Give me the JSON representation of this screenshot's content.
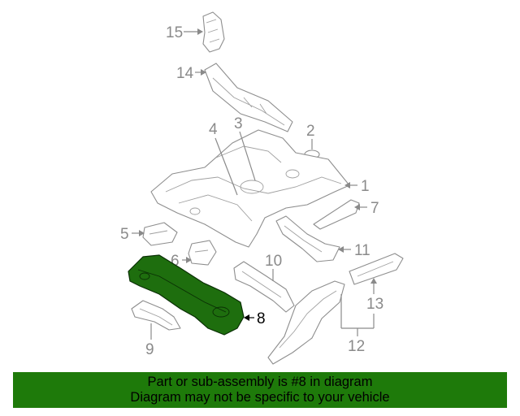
{
  "diagram": {
    "callouts": {
      "c1": "1",
      "c2": "2",
      "c3": "3",
      "c4": "4",
      "c5": "5",
      "c6": "6",
      "c7": "7",
      "c8": "8",
      "c9": "9",
      "c10": "10",
      "c11": "11",
      "c12": "12",
      "c13": "13",
      "c14": "14",
      "c15": "15"
    },
    "highlighted_part": "8",
    "colors": {
      "highlight_fill": "#1e6e0e",
      "line_gray": "#8e8e8e",
      "banner_green": "#1e7a0a"
    }
  },
  "banner": {
    "line1": "Part or sub-assembly is #8 in diagram",
    "line2": "Diagram may not be specific to your vehicle"
  }
}
